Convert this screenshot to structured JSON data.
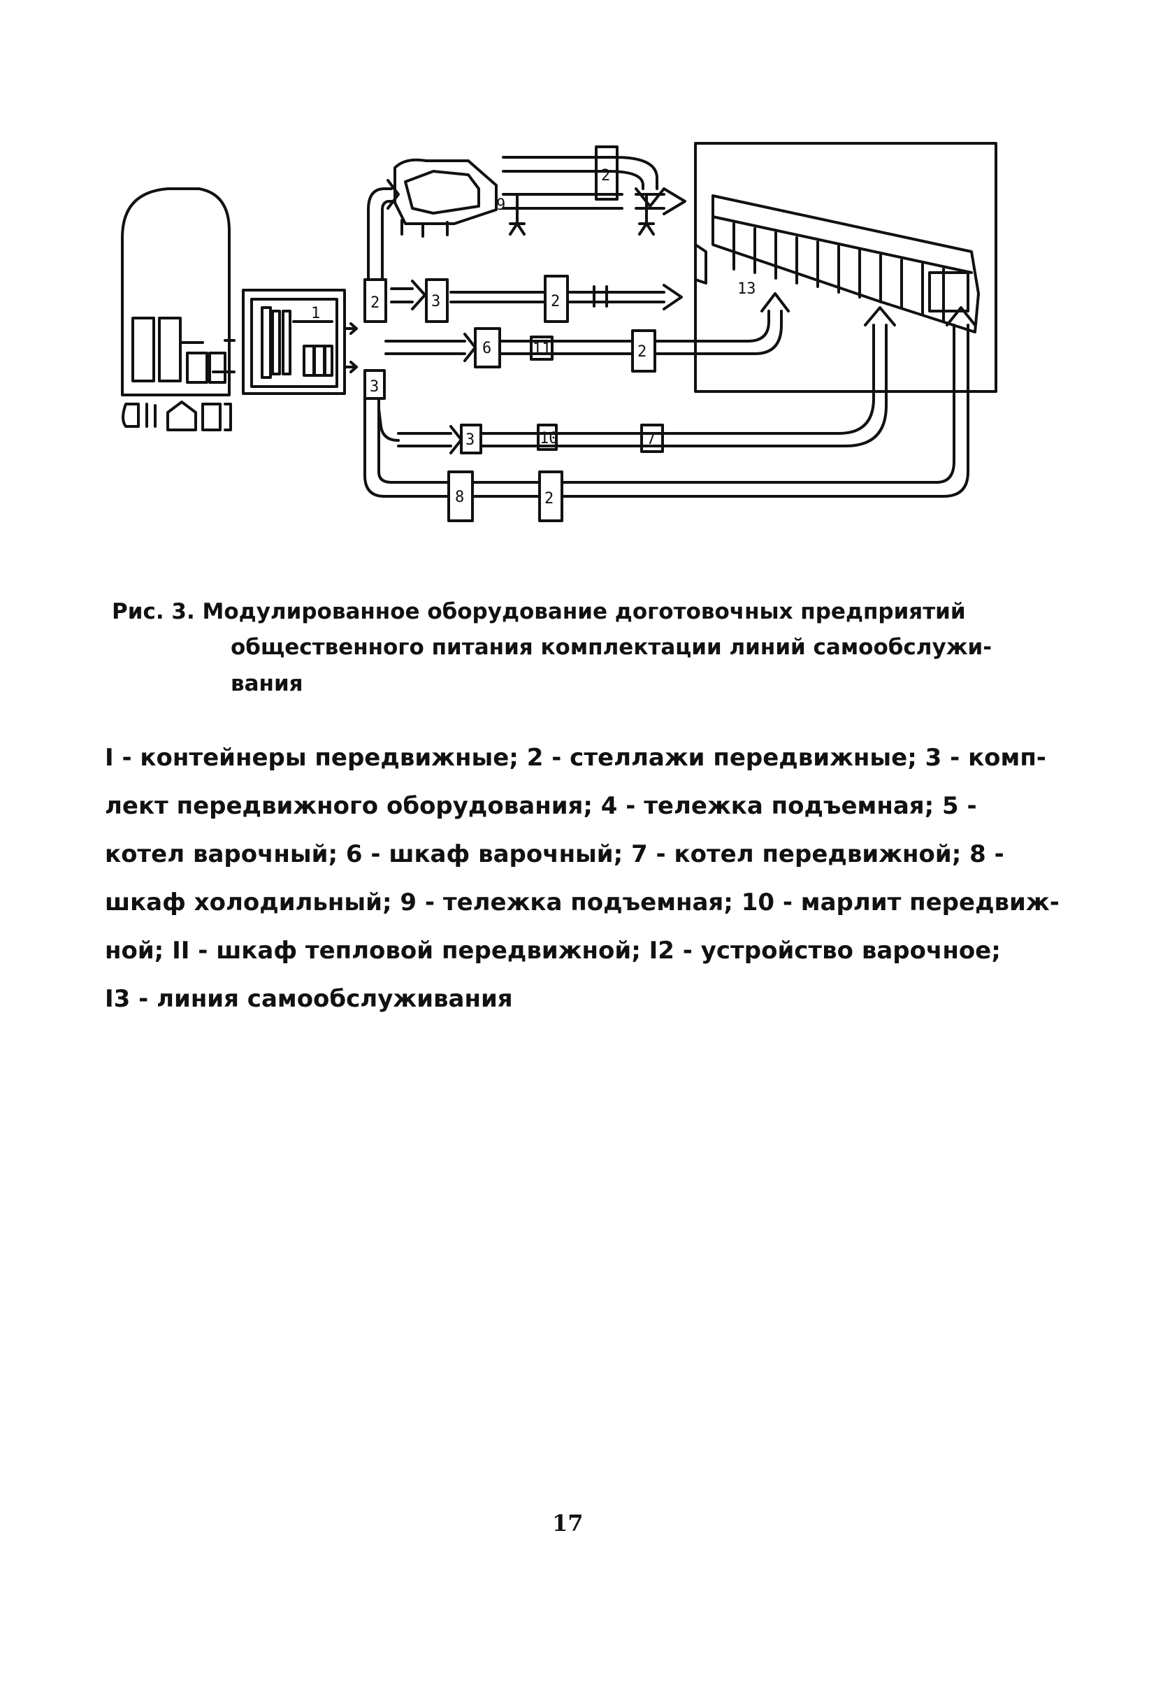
{
  "figure": {
    "labels": {
      "l1": "1",
      "l2a": "2",
      "l2b": "2",
      "l2c": "2",
      "l2d": "2",
      "l2e": "2",
      "l3a": "3",
      "l3b": "3",
      "l3c": "3",
      "l6": "6",
      "l7": "7",
      "l8": "8",
      "l9": "9",
      "l10": "10",
      "l11": "11",
      "l13": "13"
    }
  },
  "caption": {
    "line1": "Рис. 3. Модулированное оборудование доготовочных предприятий",
    "line2": "общественного питания комплектации линий самообслужи-",
    "line3": "вания"
  },
  "legend": {
    "lines": [
      "I - контейнеры передвижные; 2 - стеллажи передвижные; 3 - комп-",
      "лект передвижного оборудования; 4 - тележка подъемная; 5 -",
      "котел варочный; 6 - шкаф варочный; 7 - котел передвижной; 8 -",
      "шкаф холодильный; 9 - тележка подъемная; 10 - марлит передвиж-",
      "ной; II - шкаф тепловой передвижной; I2 - устройство варочное;",
      "I3 - линия самообслуживания"
    ]
  },
  "page_number": "17"
}
